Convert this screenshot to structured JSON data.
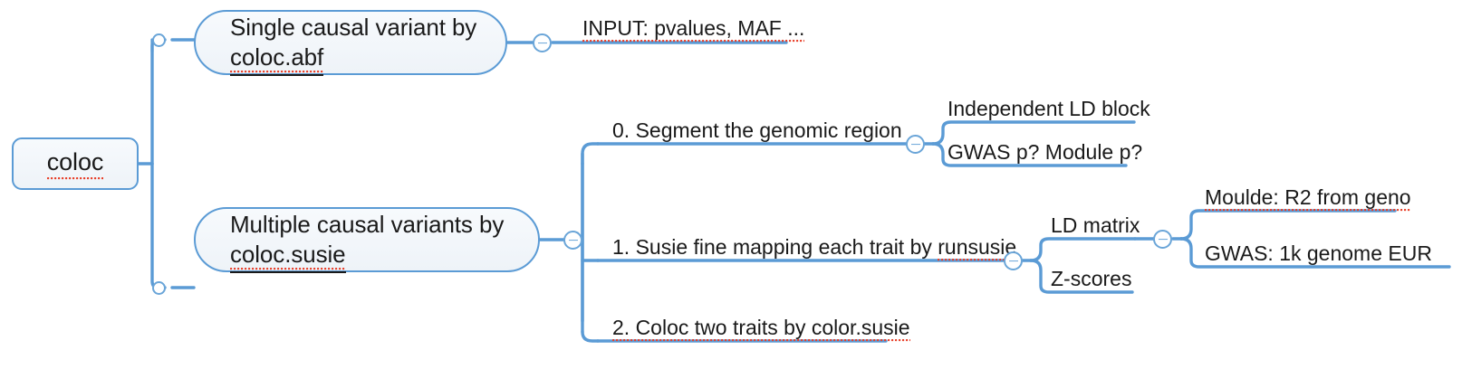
{
  "diagram": {
    "type": "mind-map",
    "title": "coloc",
    "colors": {
      "connector": "#5b9bd5",
      "node_border": "#5b9bd5",
      "node_fill": "#f2f6fb",
      "text": "#1a1a1a",
      "spellcheck": "#e8402a",
      "background": "#ffffff"
    }
  },
  "root": {
    "label": "coloc",
    "shape": "rounded-rect"
  },
  "branches": [
    {
      "id": "abf",
      "label": "Single causal variant by\ncoloc.abf",
      "shape": "pill",
      "toggle": "collapse-minus",
      "children": [
        {
          "id": "abf-input",
          "label": "INPUT: pvalues, MAF ...",
          "shape": "underline"
        }
      ]
    },
    {
      "id": "susie",
      "label": "Multiple causal variants by\ncoloc.susie",
      "shape": "pill",
      "toggle": "collapse-minus",
      "children": [
        {
          "id": "step0",
          "label": "0. Segment the genomic region",
          "shape": "underline",
          "toggle": "collapse-minus",
          "children": [
            {
              "id": "ld-block",
              "label": "Independent LD block",
              "shape": "underline"
            },
            {
              "id": "gwas-module-p",
              "label": "GWAS p? Module p?",
              "shape": "underline"
            }
          ]
        },
        {
          "id": "step1",
          "label": "1. Susie fine mapping each trait by runsusie",
          "shape": "underline",
          "toggle": "collapse-minus",
          "children": [
            {
              "id": "ld-matrix",
              "label": "LD matrix",
              "shape": "underline",
              "toggle": "collapse-minus",
              "children": [
                {
                  "id": "moulde-r2",
                  "label": "Moulde: R2 from geno",
                  "shape": "underline"
                },
                {
                  "id": "gwas-1k",
                  "label": "GWAS: 1k genome EUR",
                  "shape": "underline"
                }
              ]
            },
            {
              "id": "z-scores",
              "label": "Z-scores",
              "shape": "underline"
            }
          ]
        },
        {
          "id": "step2",
          "label": "2. Coloc two traits by color.susie",
          "shape": "underline"
        }
      ]
    }
  ]
}
